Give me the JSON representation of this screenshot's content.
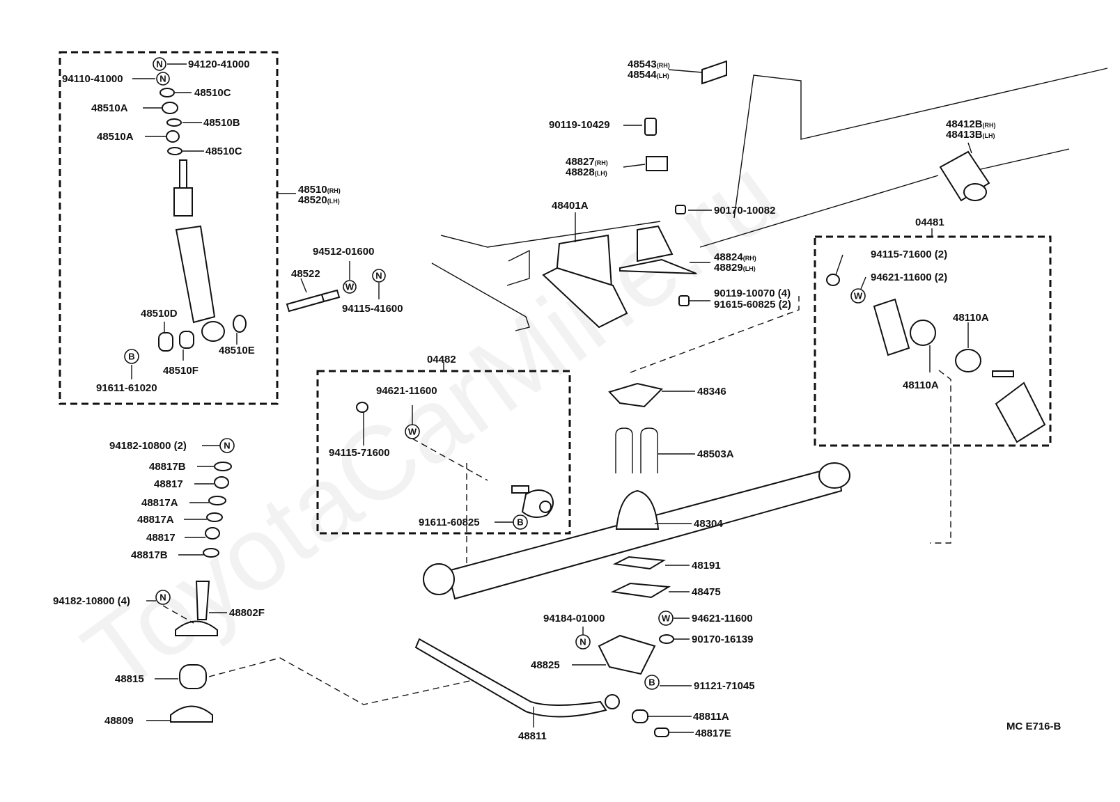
{
  "watermark": "ToyotaCarMine.ru",
  "drawing_code": "MC E716-B",
  "symbols": {
    "n": "N",
    "w": "W",
    "b": "B"
  },
  "labels": {
    "p94120_41000": "94120-41000",
    "p94110_41000": "94110-41000",
    "p48510C_top": "48510C",
    "p48510A_top": "48510A",
    "p48510B": "48510B",
    "p48510A_mid": "48510A",
    "p48510C_mid": "48510C",
    "p48510_rh": "48510",
    "p48520_lh": "48520",
    "p48510D": "48510D",
    "p48510E": "48510E",
    "p48510F": "48510F",
    "p91611_61020": "91611-61020",
    "p94512_01600": "94512-01600",
    "p48522": "48522",
    "p94115_41600": "94115-41600",
    "p04482": "04482",
    "p94621_11600_kit": "94621-11600",
    "p94115_71600_kit": "94115-71600",
    "p91611_60825": "91611-60825",
    "p94182_10800_2": "94182-10800 (2)",
    "p48817B_1": "48817B",
    "p48817_1": "48817",
    "p48817A_1": "48817A",
    "p48817A_2": "48817A",
    "p48817_2": "48817",
    "p48817B_2": "48817B",
    "p94182_10800_4": "94182-10800 (4)",
    "p48802F": "48802F",
    "p48815": "48815",
    "p48809": "48809",
    "p48811": "48811",
    "p48811A": "48811A",
    "p48817E": "48817E",
    "p48543": "48543",
    "p48544": "48544",
    "p90119_10429": "90119-10429",
    "p48827": "48827",
    "p48828": "48828",
    "p48401A": "48401A",
    "p90170_10082": "90170-10082",
    "p48824": "48824",
    "p48829": "48829",
    "p90119_10070": "90119-10070 (4)",
    "p91615_60825": "91615-60825 (2)",
    "p48412B": "48412B",
    "p48413B": "48413B",
    "p04481": "04481",
    "p94115_71600_2": "94115-71600 (2)",
    "p94621_11600_2": "94621-11600 (2)",
    "p48110A_1": "48110A",
    "p48110A_2": "48110A",
    "p48346": "48346",
    "p48503A": "48503A",
    "p48304": "48304",
    "p48191": "48191",
    "p48475": "48475",
    "p94621_11600": "94621-11600",
    "p90170_16139": "90170-16139",
    "p94184_01000": "94184-01000",
    "p48825": "48825",
    "p91121_71045": "91121-71045",
    "rh": "(RH)",
    "lh": "(LH)"
  }
}
